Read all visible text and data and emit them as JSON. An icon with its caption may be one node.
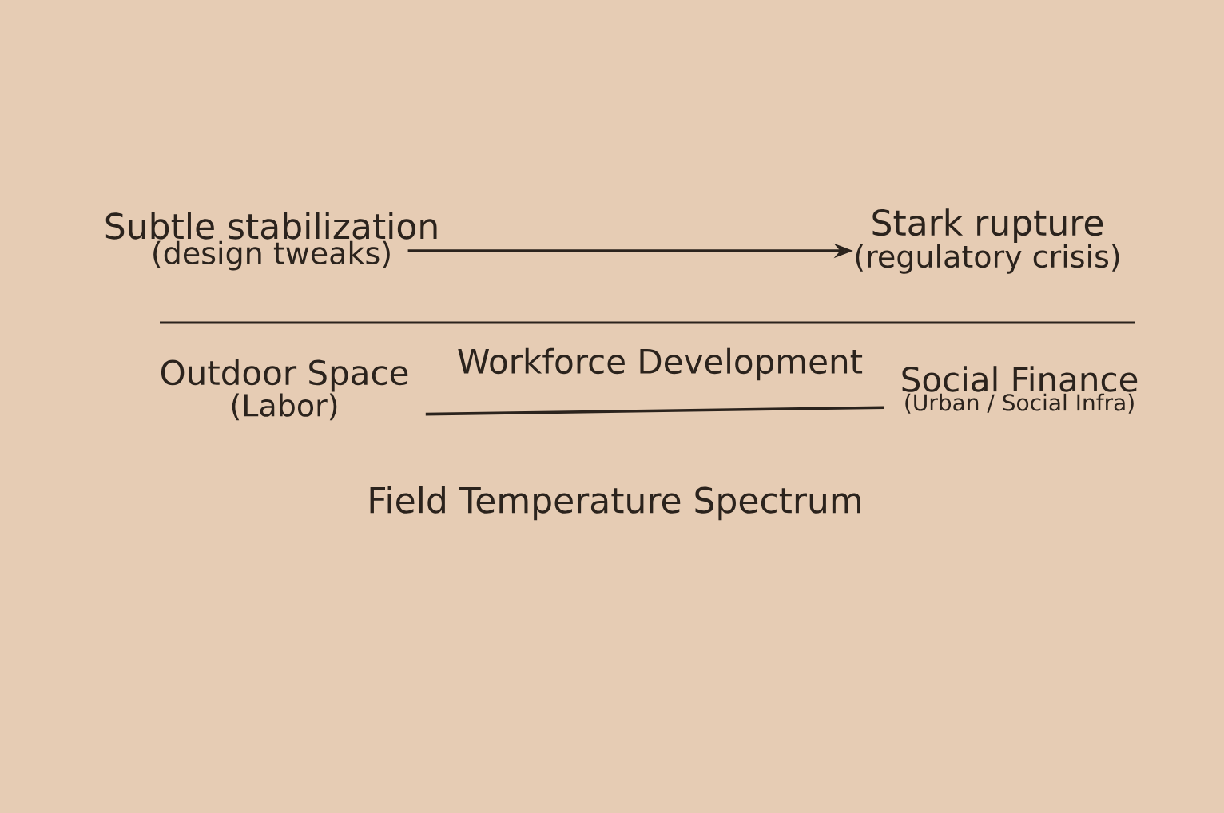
{
  "diagram": {
    "title": "Field Temperature Spectrum",
    "nodes": [
      {
        "text": [
          "Subtle stabilization",
          "(design tweaks)"
        ]
      },
      {
        "text": [
          "Stark rupture",
          "(regulatory crisis)"
        ]
      },
      {
        "text": [
          "Outdoor Space",
          "(Labor)"
        ]
      },
      {
        "text": [
          "Workforce Development"
        ]
      },
      {
        "text": [
          "Social Finance",
          "(Urban / Social Infra)"
        ]
      }
    ],
    "edges": [
      {
        "from": 0,
        "to": 1,
        "arrow": "to"
      },
      {
        "from": 2,
        "to": 4,
        "arrow": "none"
      }
    ]
  }
}
